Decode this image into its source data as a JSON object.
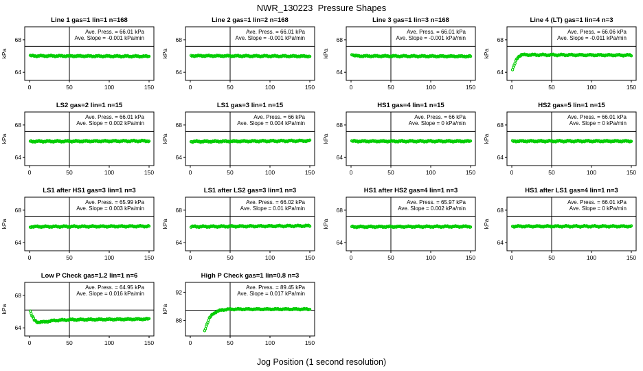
{
  "title": "NWR_130223  Pressure Shapes",
  "xlabel": "Jog Position (1 second resolution)",
  "chart_data": {
    "type": "scatter",
    "grid_layout": {
      "rows": 4,
      "cols": 4
    },
    "marker_color": "#00CC00",
    "refline_color": "#000000",
    "xticks": [
      0,
      50,
      100,
      150
    ],
    "xlim": [
      -6,
      156
    ],
    "vline_x": 50,
    "plots": [
      {
        "title": "Line 1 gas=1 lin=1 n=168",
        "press_label": "Ave. Press. = 66.01 kPa",
        "slope_label": "Ave. Slope = -0.001 kPa/min",
        "ylabel": "kPa",
        "yticks": [
          64,
          68
        ],
        "ylim": [
          63.0,
          69.6
        ],
        "hline": 67.2,
        "x_start": 1,
        "x_end": 150,
        "profile": [
          [
            1,
            66.02
          ],
          [
            150,
            65.96
          ]
        ]
      },
      {
        "title": "Line 2 gas=1 lin=2 n=168",
        "press_label": "Ave. Press. = 66.01 kPa",
        "slope_label": "Ave. Slope = -0.001 kPa/min",
        "ylabel": "kPa",
        "yticks": [
          64,
          68
        ],
        "ylim": [
          63.0,
          69.6
        ],
        "hline": 67.2,
        "x_start": 1,
        "x_end": 150,
        "profile": [
          [
            1,
            66.03
          ],
          [
            150,
            65.97
          ]
        ]
      },
      {
        "title": "Line 3 gas=1 lin=3 n=168",
        "press_label": "Ave. Press. = 66.01 kPa",
        "slope_label": "Ave. Slope = -0.001 kPa/min",
        "ylabel": "kPa",
        "yticks": [
          64,
          68
        ],
        "ylim": [
          63.0,
          69.6
        ],
        "hline": 67.2,
        "x_start": 1,
        "x_end": 150,
        "profile": [
          [
            1,
            66.25
          ],
          [
            4,
            66.05
          ],
          [
            10,
            66.0
          ],
          [
            150,
            65.96
          ]
        ]
      },
      {
        "title": "Line 4 (LT) gas=1 lin=4 n=3",
        "press_label": "Ave. Press. = 66.06 kPa",
        "slope_label": "Ave. Slope = -0.011 kPa/min",
        "ylabel": "kPa",
        "yticks": [
          64,
          68
        ],
        "ylim": [
          63.0,
          69.6
        ],
        "hline": 67.2,
        "x_start": 1,
        "x_end": 150,
        "profile": [
          [
            1,
            64.35
          ],
          [
            3,
            64.8
          ],
          [
            5,
            65.4
          ],
          [
            8,
            65.9
          ],
          [
            12,
            66.15
          ],
          [
            150,
            66.1
          ]
        ]
      },
      {
        "title": "LS2 gas=2 lin=1 n=15",
        "press_label": "Ave. Press. = 66.01 kPa",
        "slope_label": "Ave. Slope = 0.002 kPa/min",
        "ylabel": "kPa",
        "yticks": [
          64,
          68
        ],
        "ylim": [
          63.0,
          69.6
        ],
        "hline": 67.2,
        "x_start": 1,
        "x_end": 150,
        "profile": [
          [
            1,
            65.98
          ],
          [
            150,
            66.03
          ]
        ]
      },
      {
        "title": "LS1 gas=3 lin=1 n=15",
        "press_label": "Ave. Press. = 66 kPa",
        "slope_label": "Ave. Slope = 0.004 kPa/min",
        "ylabel": "kPa",
        "yticks": [
          64,
          68
        ],
        "ylim": [
          63.0,
          69.6
        ],
        "hline": 67.2,
        "x_start": 1,
        "x_end": 150,
        "profile": [
          [
            1,
            65.96
          ],
          [
            150,
            66.05
          ]
        ]
      },
      {
        "title": "HS1 gas=4 lin=1 n=15",
        "press_label": "Ave. Press. = 66 kPa",
        "slope_label": "Ave. Slope = 0 kPa/min",
        "ylabel": "kPa",
        "yticks": [
          64,
          68
        ],
        "ylim": [
          63.0,
          69.6
        ],
        "hline": 67.2,
        "x_start": 1,
        "x_end": 150,
        "profile": [
          [
            1,
            66.0
          ],
          [
            150,
            66.0
          ]
        ]
      },
      {
        "title": "HS2 gas=5 lin=1 n=15",
        "press_label": "Ave. Press. = 66.01 kPa",
        "slope_label": "Ave. Slope = 0 kPa/min",
        "ylabel": "kPa",
        "yticks": [
          64,
          68
        ],
        "ylim": [
          63.0,
          69.6
        ],
        "hline": 67.2,
        "x_start": 1,
        "x_end": 150,
        "profile": [
          [
            1,
            66.01
          ],
          [
            150,
            66.01
          ]
        ]
      },
      {
        "title": "LS1 after HS1 gas=3 lin=1 n=3",
        "press_label": "Ave. Press. = 65.99 kPa",
        "slope_label": "Ave. Slope = 0.003 kPa/min",
        "ylabel": "kPa",
        "yticks": [
          64,
          68
        ],
        "ylim": [
          63.0,
          69.6
        ],
        "hline": 67.2,
        "x_start": 1,
        "x_end": 150,
        "profile": [
          [
            1,
            65.97
          ],
          [
            150,
            66.02
          ]
        ]
      },
      {
        "title": "LS1 after LS2 gas=3 lin=1 n=3",
        "press_label": "Ave. Press. = 66.02 kPa",
        "slope_label": "Ave. Slope = 0.01 kPa/min",
        "ylabel": "kPa",
        "yticks": [
          64,
          68
        ],
        "ylim": [
          63.0,
          69.6
        ],
        "hline": 67.2,
        "x_start": 1,
        "x_end": 150,
        "profile": [
          [
            1,
            65.97
          ],
          [
            150,
            66.07
          ]
        ]
      },
      {
        "title": "HS1 after HS2 gas=4 lin=1 n=3",
        "press_label": "Ave. Press. = 65.97 kPa",
        "slope_label": "Ave. Slope = 0.002 kPa/min",
        "ylabel": "kPa",
        "yticks": [
          64,
          68
        ],
        "ylim": [
          63.0,
          69.6
        ],
        "hline": 67.2,
        "x_start": 1,
        "x_end": 150,
        "profile": [
          [
            1,
            65.95
          ],
          [
            150,
            65.99
          ]
        ]
      },
      {
        "title": "HS1 after LS1 gas=4 lin=1 n=3",
        "press_label": "Ave. Press. = 66.01 kPa",
        "slope_label": "Ave. Slope = 0 kPa/min",
        "ylabel": "kPa",
        "yticks": [
          64,
          68
        ],
        "ylim": [
          63.0,
          69.6
        ],
        "hline": 67.2,
        "x_start": 1,
        "x_end": 150,
        "profile": [
          [
            1,
            66.01
          ],
          [
            150,
            66.01
          ]
        ]
      },
      {
        "title": "Low P Check gas=1.2 lin=1 n=6",
        "press_label": "Ave. Press. = 64.95 kPa",
        "slope_label": "Ave. Slope = 0.016 kPa/min",
        "ylabel": "kPa",
        "yticks": [
          64,
          68
        ],
        "ylim": [
          63.0,
          69.6
        ],
        "hline": 66.2,
        "x_start": 1,
        "x_end": 150,
        "profile": [
          [
            1,
            66.05
          ],
          [
            3,
            65.5
          ],
          [
            6,
            64.95
          ],
          [
            10,
            64.7
          ],
          [
            18,
            64.72
          ],
          [
            30,
            64.9
          ],
          [
            50,
            65.0
          ],
          [
            150,
            65.08
          ]
        ]
      },
      {
        "title": "High P Check gas=1 lin=0.8 n=3",
        "press_label": "Ave. Press. = 89.45 kPa",
        "slope_label": "Ave. Slope = 0.017 kPa/min",
        "ylabel": "kPa",
        "yticks": [
          88,
          92
        ],
        "ylim": [
          85.8,
          93.4
        ],
        "hline": 89.45,
        "x_start": 18,
        "x_end": 150,
        "profile": [
          [
            18,
            86.6
          ],
          [
            21,
            87.5
          ],
          [
            24,
            88.3
          ],
          [
            28,
            88.9
          ],
          [
            33,
            89.25
          ],
          [
            40,
            89.5
          ],
          [
            50,
            89.6
          ],
          [
            150,
            89.6
          ]
        ]
      }
    ]
  }
}
